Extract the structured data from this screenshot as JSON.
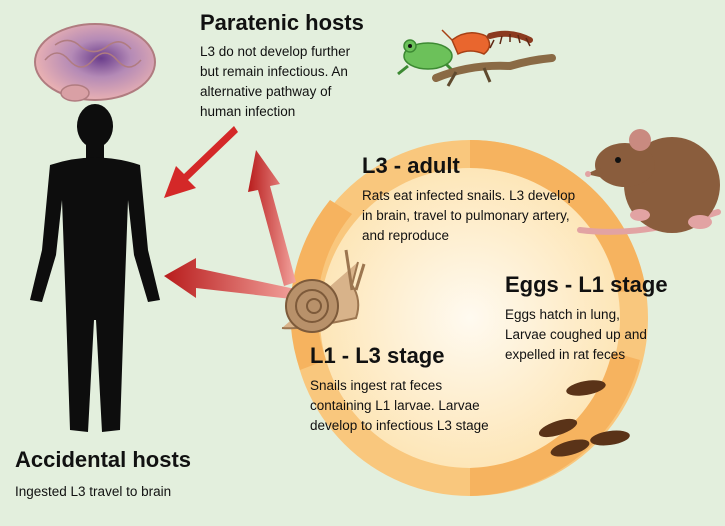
{
  "paratenic": {
    "title": "Paratenic hosts",
    "lines": [
      "L3 do not develop further",
      "but remain infectious. An",
      "alternative pathway of",
      "human infection"
    ]
  },
  "adult": {
    "title": "L3 - adult",
    "lines": [
      "Rats eat infected snails. L3 develop",
      "in brain, travel to pulmonary artery,",
      "and reproduce"
    ]
  },
  "eggs": {
    "title": "Eggs - L1 stage",
    "lines": [
      "Eggs hatch in lung,",
      "Larvae coughed up and",
      "expelled in rat feces"
    ]
  },
  "l1": {
    "title": "L1 - L3 stage",
    "lines": [
      "Snails ingest rat feces",
      "containing L1 larvae. Larvae",
      "develop to infectious L3 stage"
    ]
  },
  "accidental": {
    "title": "Accidental hosts",
    "lines": [
      "Ingested L3 travel to brain"
    ]
  },
  "colors": {
    "background": "#e3efdd",
    "cycle_ring": "#f7b765",
    "cycle_inner": "#fde9bd",
    "arrow_red": "#d42828",
    "silhouette": "#0d0d0d",
    "rat": "#8a5d3d",
    "snail": "#c9a173",
    "feces": "#5a3318",
    "brain": "#e0a9ae",
    "frog": "#6cc15a",
    "shrimp": "#e9662e",
    "centipede": "#8b3a1f",
    "lizard": "#8a6a45"
  },
  "icons": [
    "brain-icon",
    "human-silhouette-icon",
    "rat-icon",
    "snail-icon",
    "frog-icon",
    "shrimp-icon",
    "centipede-icon",
    "lizard-icon",
    "feces-icon"
  ]
}
